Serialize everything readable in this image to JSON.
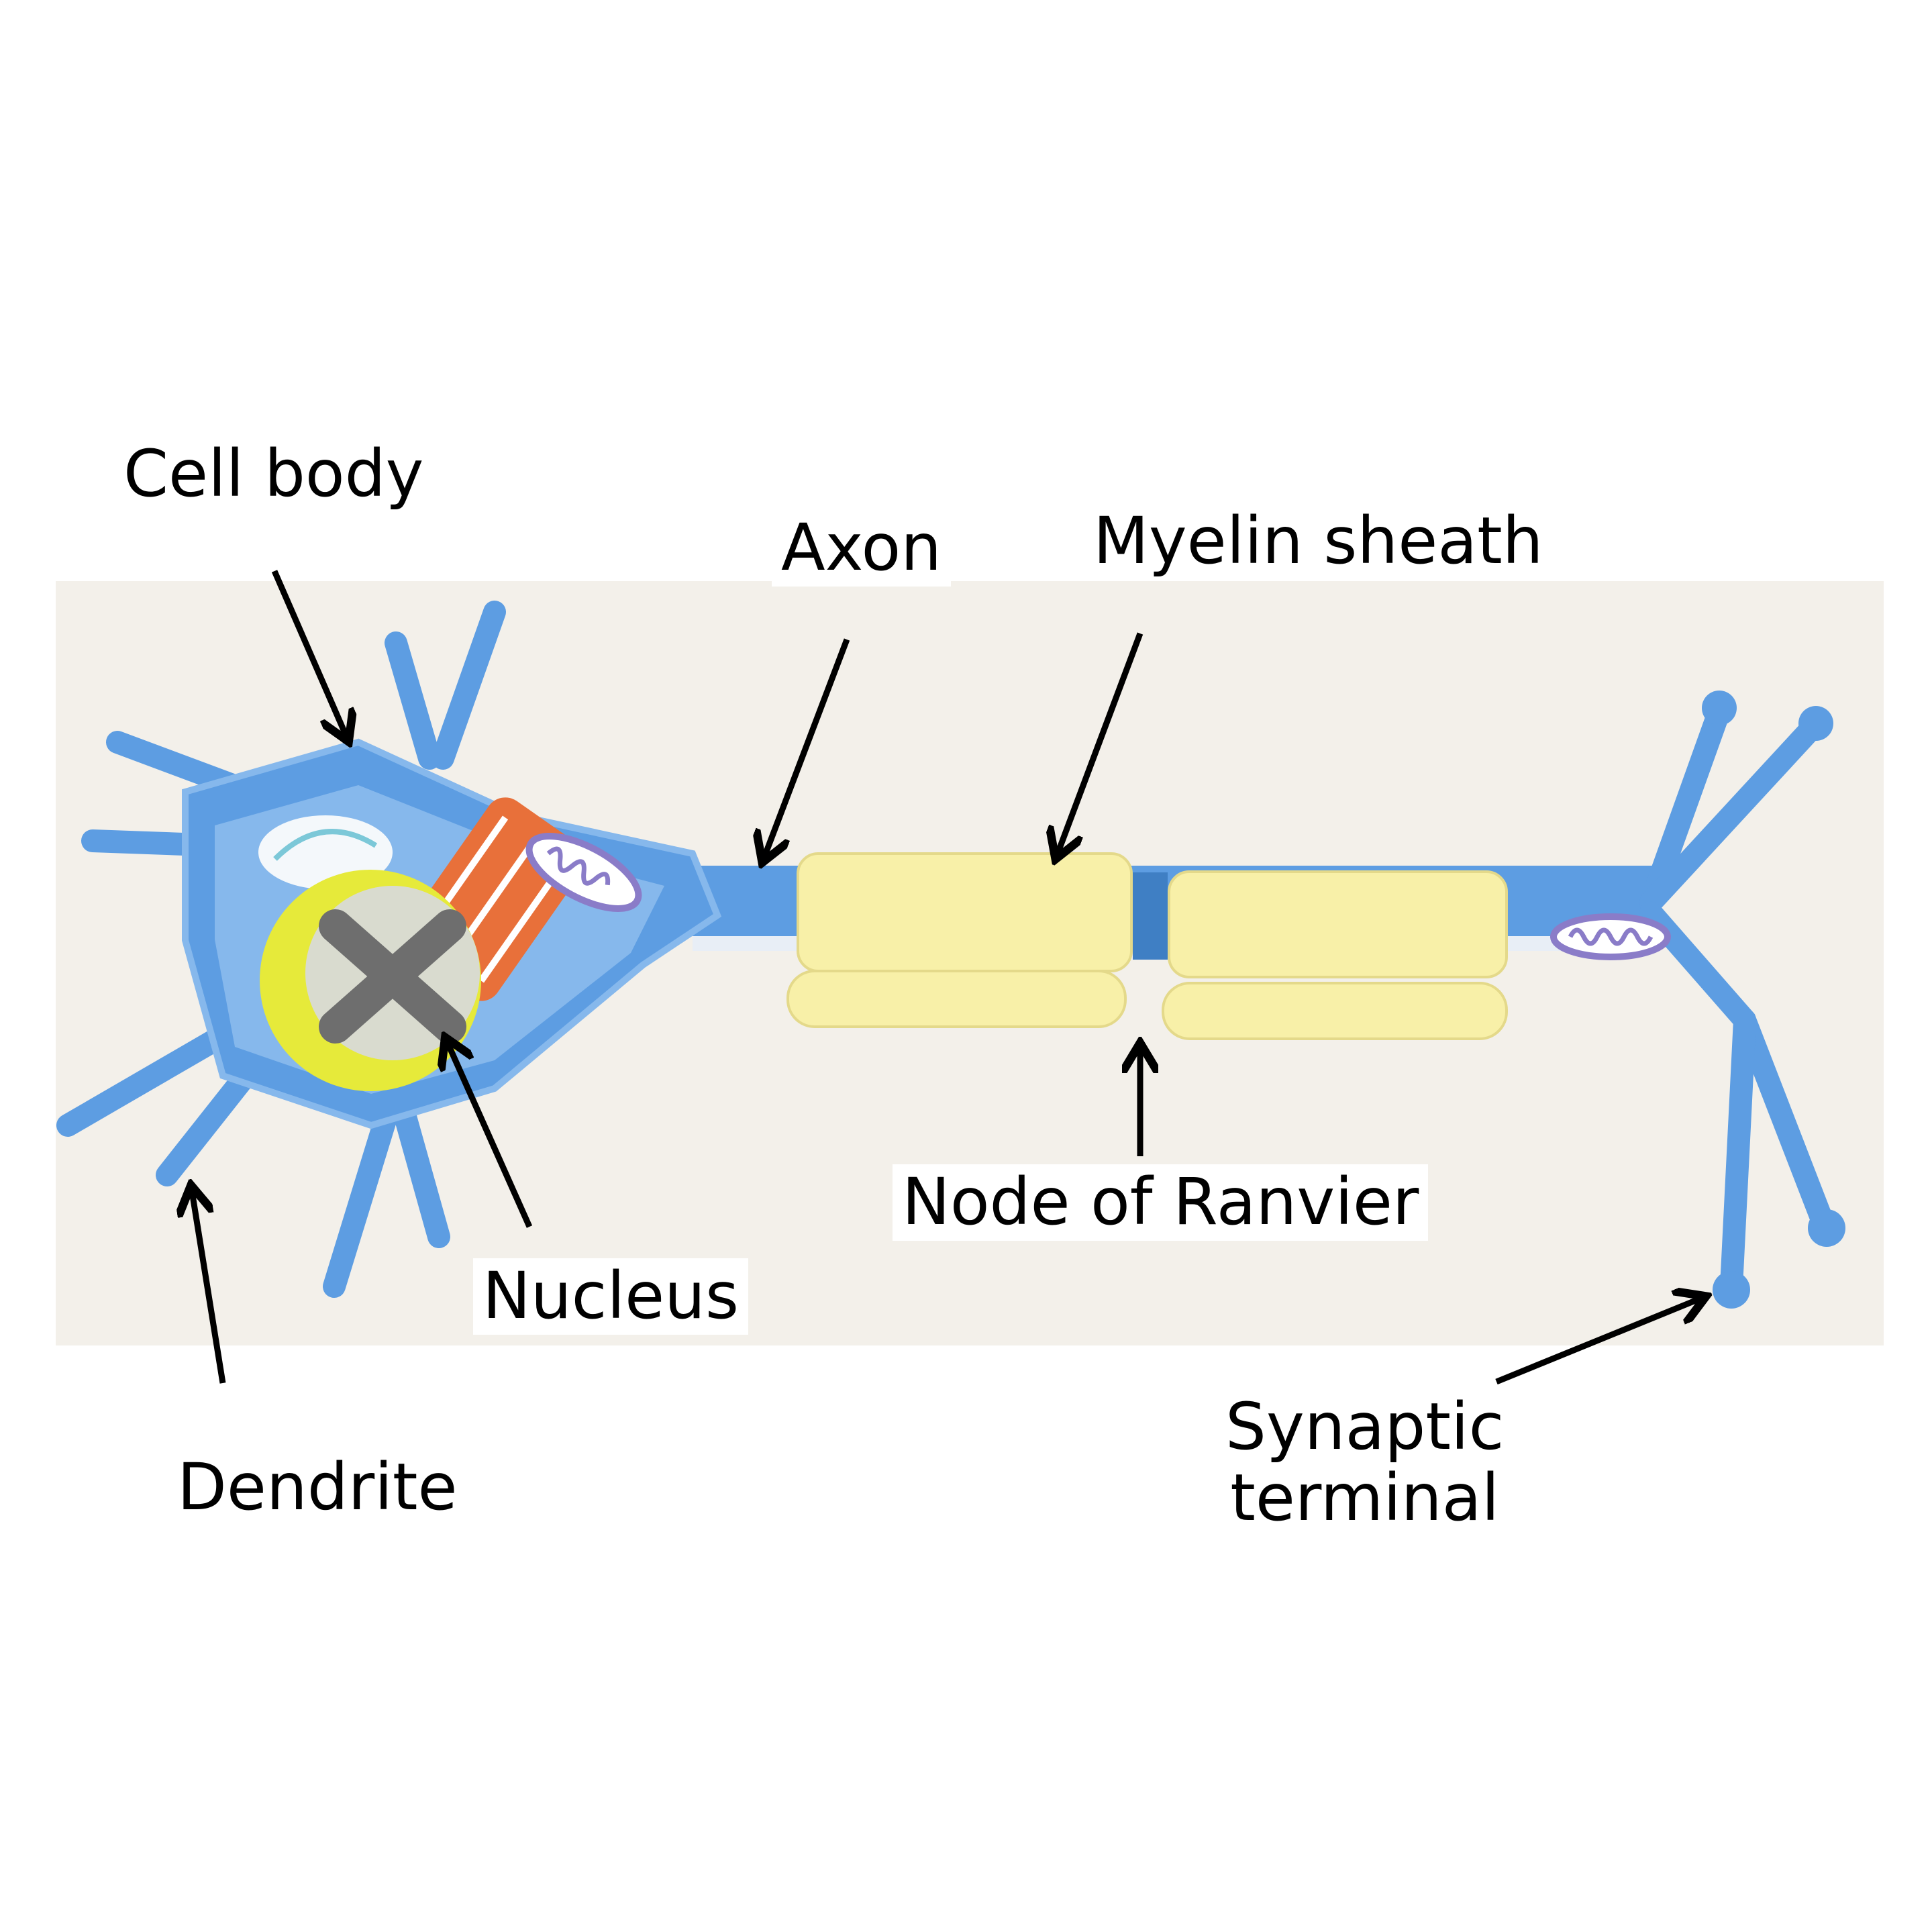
{
  "title": "Neuron model diagram",
  "labels": {
    "cell_body": "Cell body",
    "axon": "Axon",
    "myelin_sheath": "Myelin sheath",
    "node_of_ranvier": "Node of Ranvier",
    "nucleus": "Nucleus",
    "dendrite": "Dendrite",
    "synaptic_terminal_line1": "Synaptic",
    "synaptic_terminal_line2": "terminal"
  },
  "colors": {
    "background_photo": "#f3f0ea",
    "neuron_blue": "#5d9de2",
    "neuron_blue_light": "#86b8ec",
    "myelin_yellow": "#f8f0a8",
    "nucleus_yellow": "#e6ea3a",
    "er_orange": "#e8703a",
    "mitochondria_purple": "#8a7cc8",
    "arrow": "#000000"
  }
}
